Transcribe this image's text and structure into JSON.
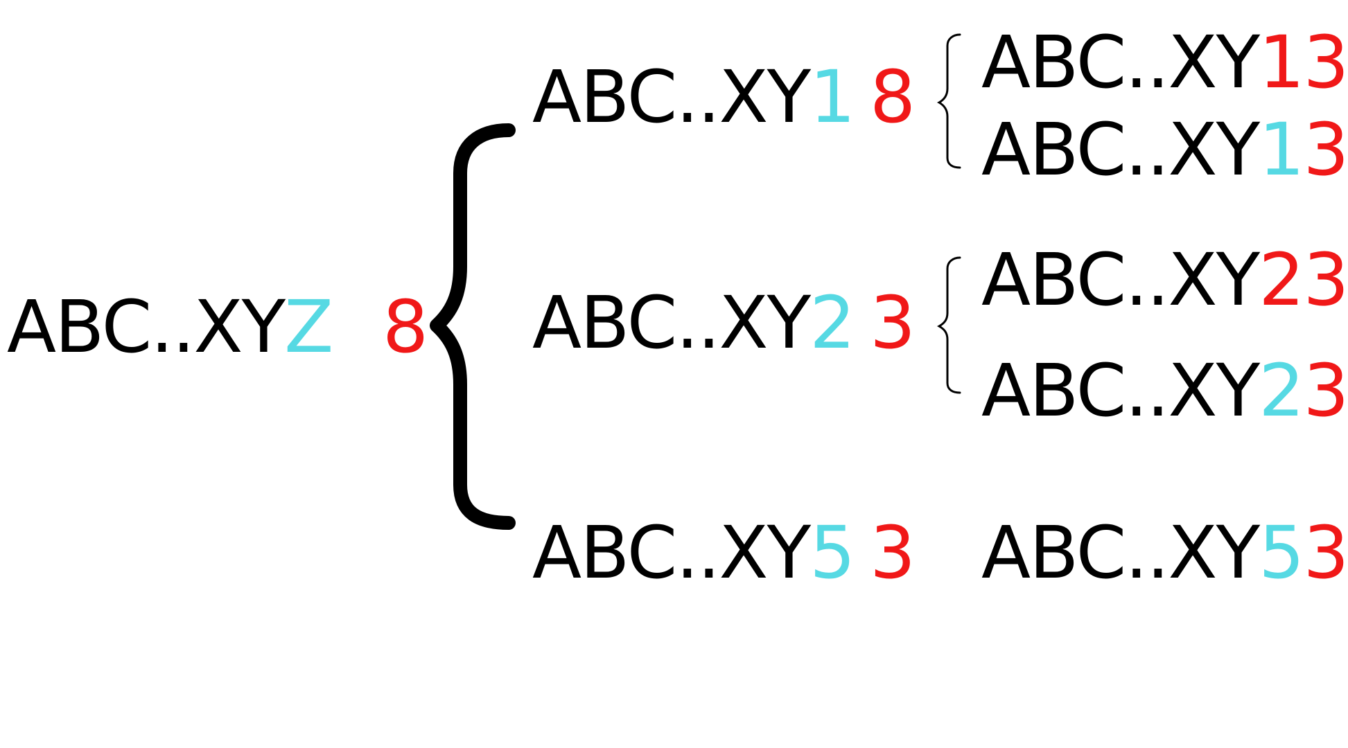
{
  "root": {
    "prefix": "ABC..XY",
    "suffix": "Z",
    "count": "8"
  },
  "branches": [
    {
      "prefix": "ABC..XY",
      "suffix": "1",
      "count": "8",
      "children": [
        {
          "prefix": "ABC..XY",
          "mid": "1",
          "end": "3",
          "mid_color": "red"
        },
        {
          "prefix": "ABC..XY",
          "mid": "1",
          "end": "3",
          "mid_color": "cyan"
        }
      ]
    },
    {
      "prefix": "ABC..XY",
      "suffix": "2",
      "count": "3",
      "children": [
        {
          "prefix": "ABC..XY",
          "mid": "2",
          "end": "3",
          "mid_color": "red"
        },
        {
          "prefix": "ABC..XY",
          "mid": "2",
          "end": "3",
          "mid_color": "cyan"
        }
      ]
    },
    {
      "prefix": "ABC..XY",
      "suffix": "5",
      "count": "3",
      "children": [
        {
          "prefix": "ABC..XY",
          "mid": "5",
          "end": "3",
          "mid_color": "cyan"
        }
      ]
    }
  ],
  "colors": {
    "text": "#000000",
    "cyan": "#56d9e3",
    "red": "#f01818"
  }
}
